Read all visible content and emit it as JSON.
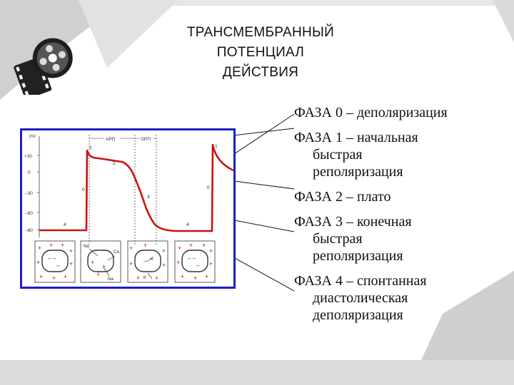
{
  "title": [
    "ТРАНСМЕМБРАННЫЙ ПОТЕНЦИАЛ",
    "ДЕЙСТВИЯ"
  ],
  "phases": [
    {
      "lines": [
        "ФАЗА  0 –  деполяризация"
      ]
    },
    {
      "lines": [
        "ФАЗА 1 – начальная",
        "быстрая",
        "реполяризация"
      ]
    },
    {
      "lines": [
        "ФАЗА 2 – плато"
      ]
    },
    {
      "lines": [
        "ФАЗА 3 – конечная",
        "быстрая",
        "реполяризация"
      ]
    },
    {
      "lines": [
        "ФАЗА 4 – спонтанная",
        "диастолическая",
        "деполяризация"
      ]
    }
  ],
  "figure": {
    "unit": "mV",
    "y_ticks": [
      "+30",
      "0",
      "–30",
      "–60",
      "–80"
    ],
    "refractory_labels": [
      "АРП",
      "ОРП"
    ],
    "phase_labels": [
      "1",
      "2",
      "0",
      "3",
      "0",
      "1",
      "4",
      "4"
    ],
    "ion_labels": [
      "Na",
      "Ca",
      "Na",
      "K",
      "K"
    ],
    "colors": {
      "curve": "#cc1111",
      "frame": "#1a1fc8",
      "plus": "#cc1111"
    }
  }
}
